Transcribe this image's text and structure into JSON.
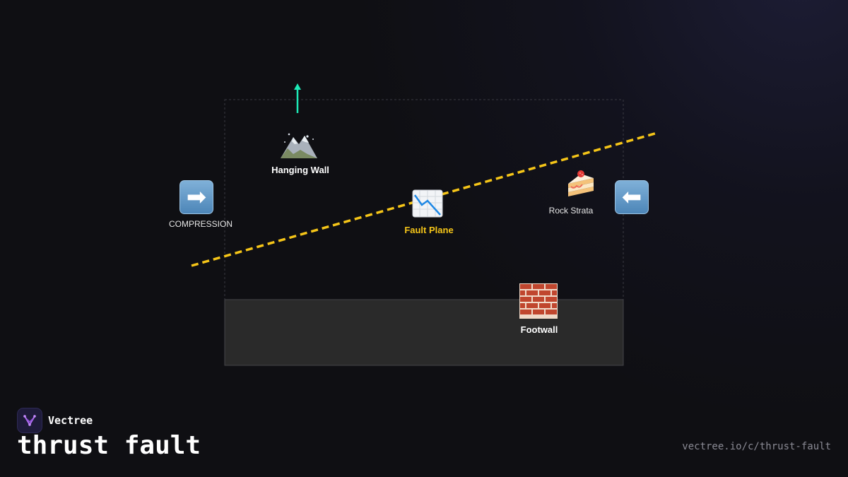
{
  "diagram": {
    "labels": {
      "hanging_wall": "Hanging Wall",
      "compression": "COMPRESSION",
      "fault_plane": "Fault Plane",
      "rock_strata": "Rock Strata",
      "footwall": "Footwall"
    },
    "icons": {
      "hanging_wall": "mountain-icon",
      "compression_left": "right-arrow-icon",
      "compression_right": "left-arrow-icon",
      "fault_plane": "chart-decreasing-icon",
      "rock_strata": "cake-icon",
      "footwall": "brick-icon",
      "uplift": "up-arrow-icon"
    },
    "glyphs": {
      "right_arrow": "➡",
      "left_arrow": "⬅"
    },
    "colors": {
      "fault_line": "#f5c518",
      "uplift_arrow": "#1de9b6",
      "footwall_block": "#2a2a2a",
      "background": "#0f0f13"
    }
  },
  "branding": {
    "name": "Vectree",
    "title": "thrust fault",
    "url": "vectree.io/c/thrust-fault"
  }
}
